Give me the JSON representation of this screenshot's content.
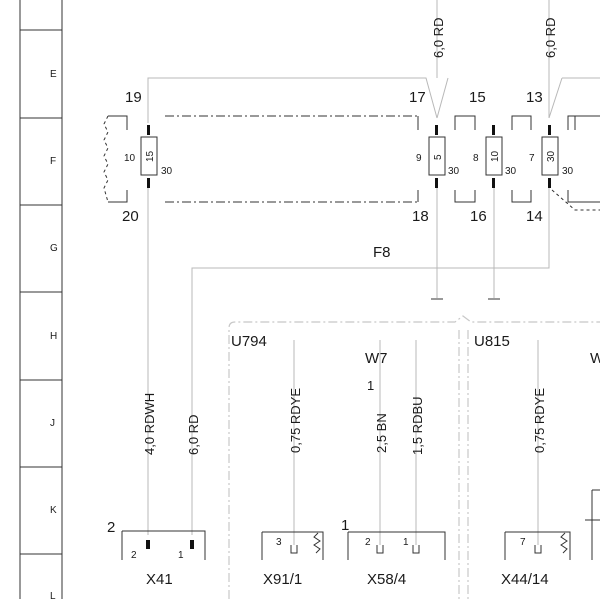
{
  "row_labels": [
    "E",
    "F",
    "G",
    "H",
    "J",
    "K",
    "L"
  ],
  "fuse_block": {
    "name": "F8",
    "terminals_top": [
      "19",
      "17",
      "15",
      "13"
    ],
    "terminals_bottom": [
      "20",
      "18",
      "16",
      "14"
    ],
    "fuse_numbers": [
      "15",
      "5",
      "10",
      "30"
    ],
    "fuse_left_numbers": [
      "10",
      "9",
      "8",
      "7"
    ],
    "fuse_right_numbers": [
      "30",
      "30",
      "30",
      "30"
    ]
  },
  "top_wires": [
    "6,0 RD",
    "6,0 RD"
  ],
  "modules": [
    "U794",
    "U815",
    "W7",
    "W"
  ],
  "vertical_wires": [
    "4,0 RDWH",
    "6,0 RD",
    "0,75 RDYE",
    "2,5 BN",
    "1,5 RDBU",
    "0,75 RDYE"
  ],
  "connectors": [
    {
      "name": "X41",
      "corner": "2",
      "pins": [
        "2",
        "1"
      ]
    },
    {
      "name": "X91/1",
      "pins": [
        "3"
      ]
    },
    {
      "name": "X58/4",
      "corner": "1",
      "pins": [
        "2",
        "1"
      ]
    },
    {
      "name": "X44/14",
      "pins": [
        "7"
      ]
    }
  ],
  "w7_pin": "1"
}
